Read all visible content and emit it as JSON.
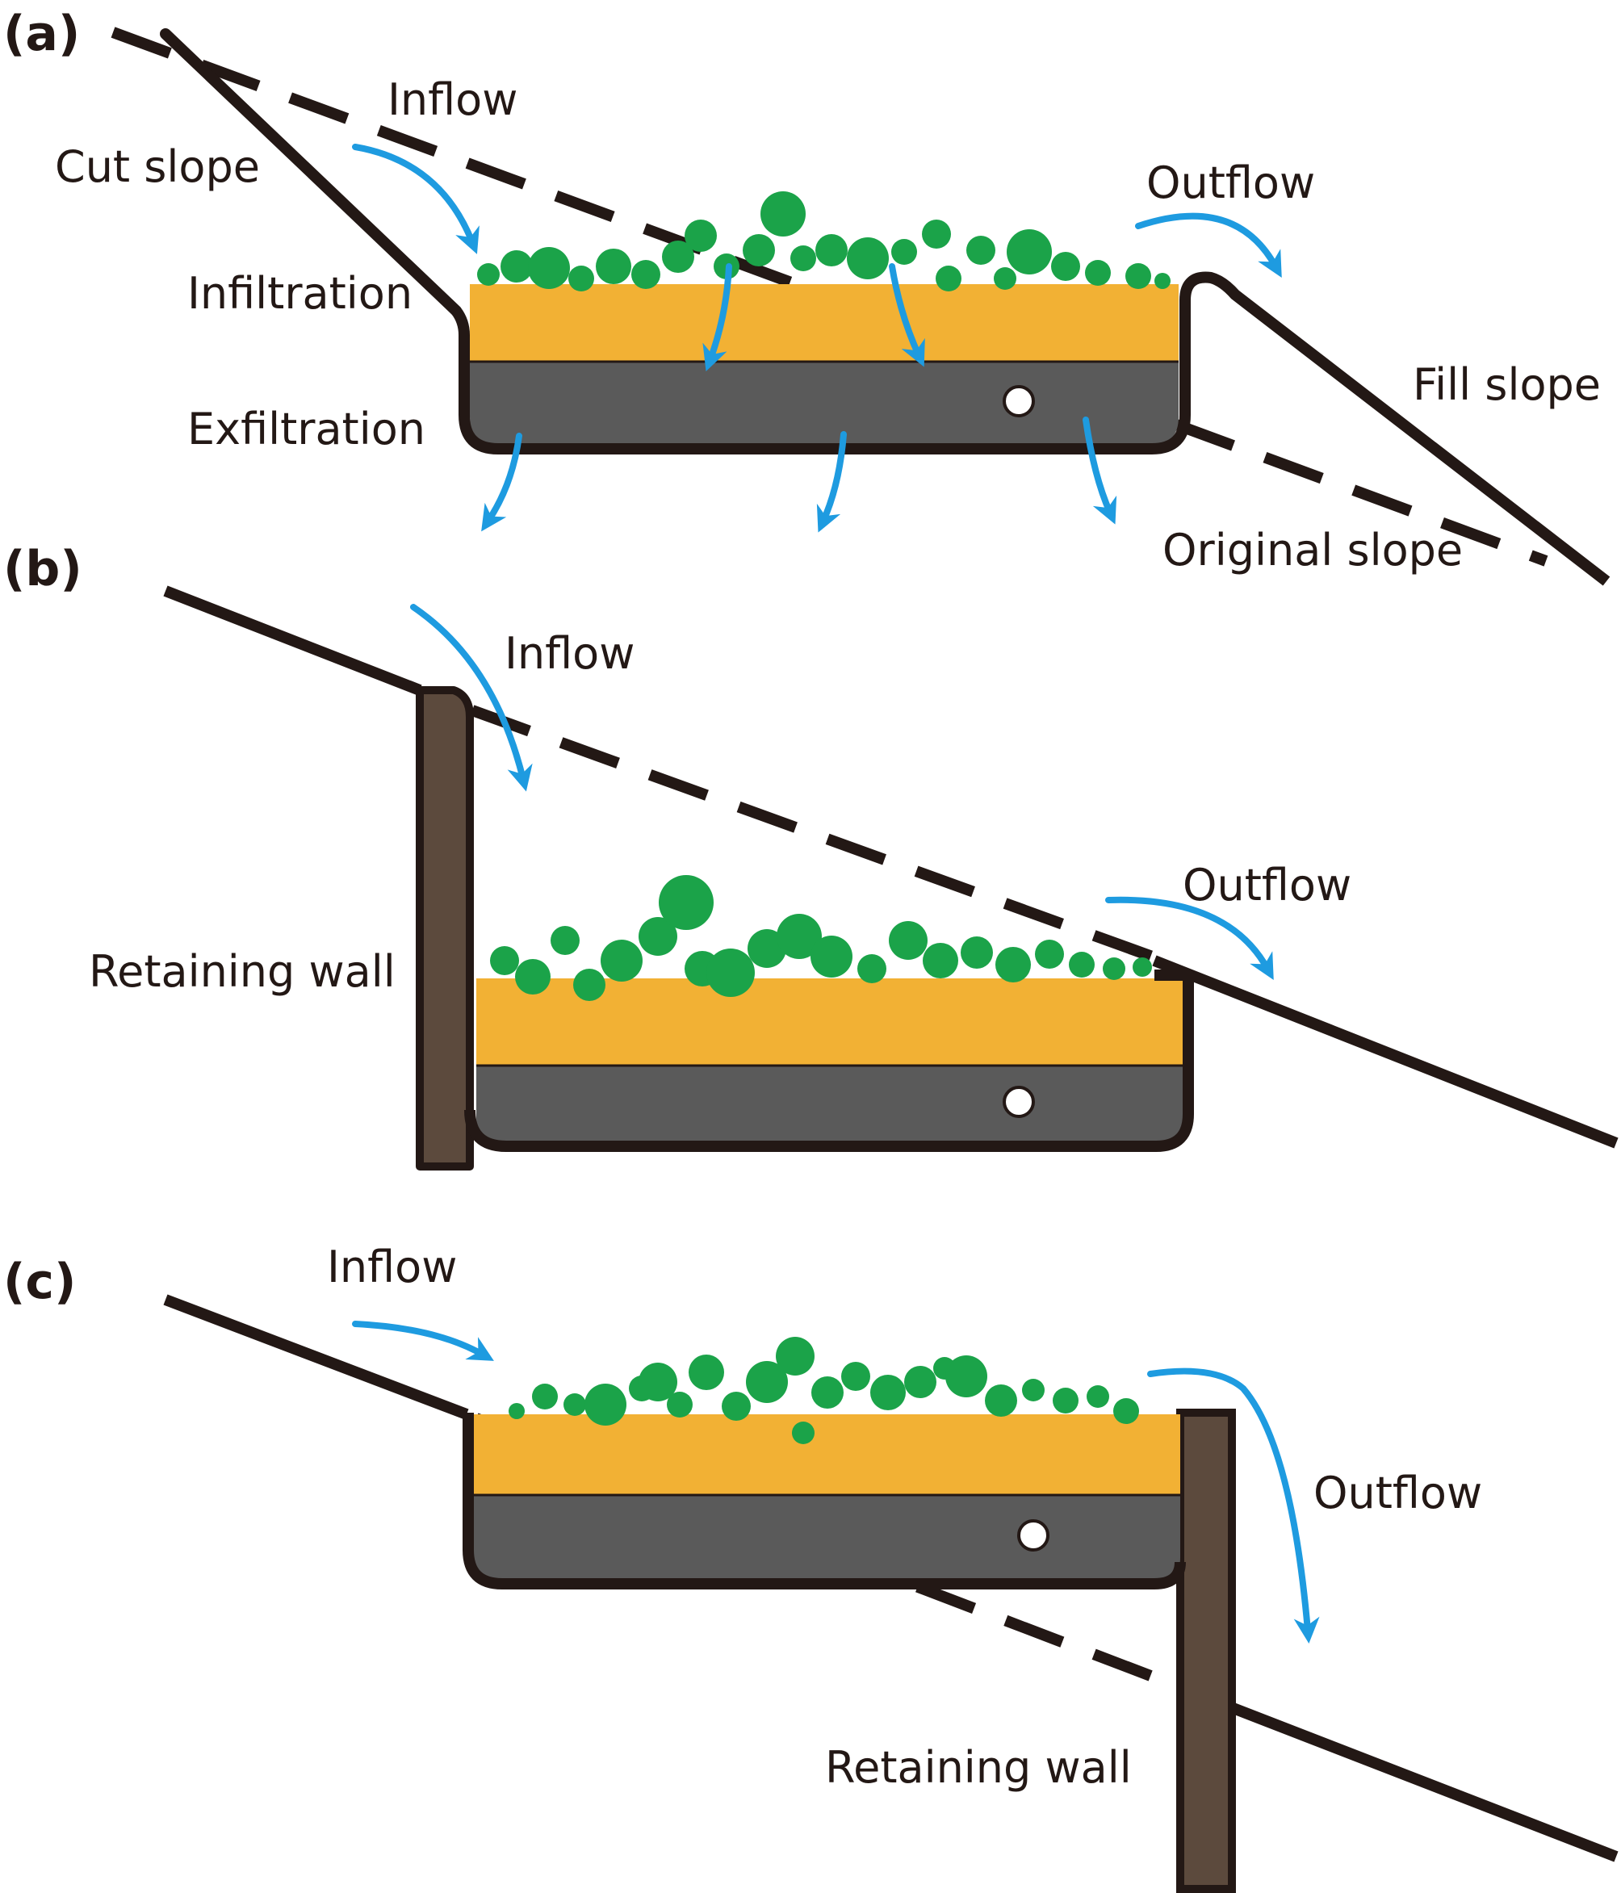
{
  "colors": {
    "ground_line": "#231815",
    "growing_media": "#f2b134",
    "drainage_layer": "#5a5a5a",
    "vegetation": "#1ba349",
    "flow_arrow": "#1e9be0",
    "retaining_wall": "#5c4a3d",
    "drain_pipe": "#ffffff"
  },
  "panels": [
    {
      "letter": "(a)",
      "labels": {
        "cut_slope": "Cut slope",
        "inflow": "Inflow",
        "outflow": "Outflow",
        "infiltration": "Infiltration",
        "exfiltration": "Exfiltration",
        "fill_slope": "Fill slope",
        "original_slope": "Original slope"
      }
    },
    {
      "letter": "(b)",
      "labels": {
        "inflow": "Inflow",
        "outflow": "Outflow",
        "retaining_wall": "Retaining wall"
      }
    },
    {
      "letter": "(c)",
      "labels": {
        "inflow": "Inflow",
        "outflow": "Outflow",
        "retaining_wall": "Retaining wall"
      }
    }
  ]
}
